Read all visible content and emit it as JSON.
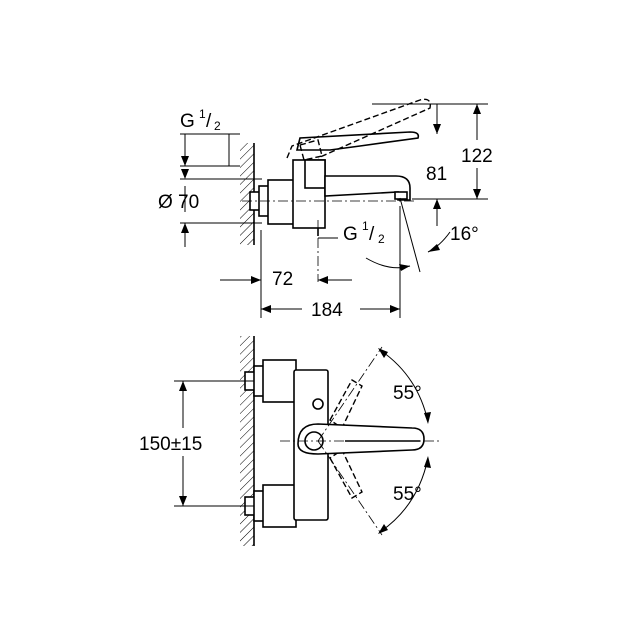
{
  "side_view": {
    "thread_top": {
      "letter": "G",
      "num": "1",
      "den": "2"
    },
    "diameter": "Ø 70",
    "thread_bottom": {
      "letter": "G",
      "num": "1",
      "den": "2"
    },
    "height_spout": "81",
    "height_total": "122",
    "spout_angle": "16°",
    "depth_inlet": "72",
    "depth_total": "184"
  },
  "top_view": {
    "centre_distance": "150±15",
    "rotation_up": "55°",
    "rotation_down": "55°"
  }
}
